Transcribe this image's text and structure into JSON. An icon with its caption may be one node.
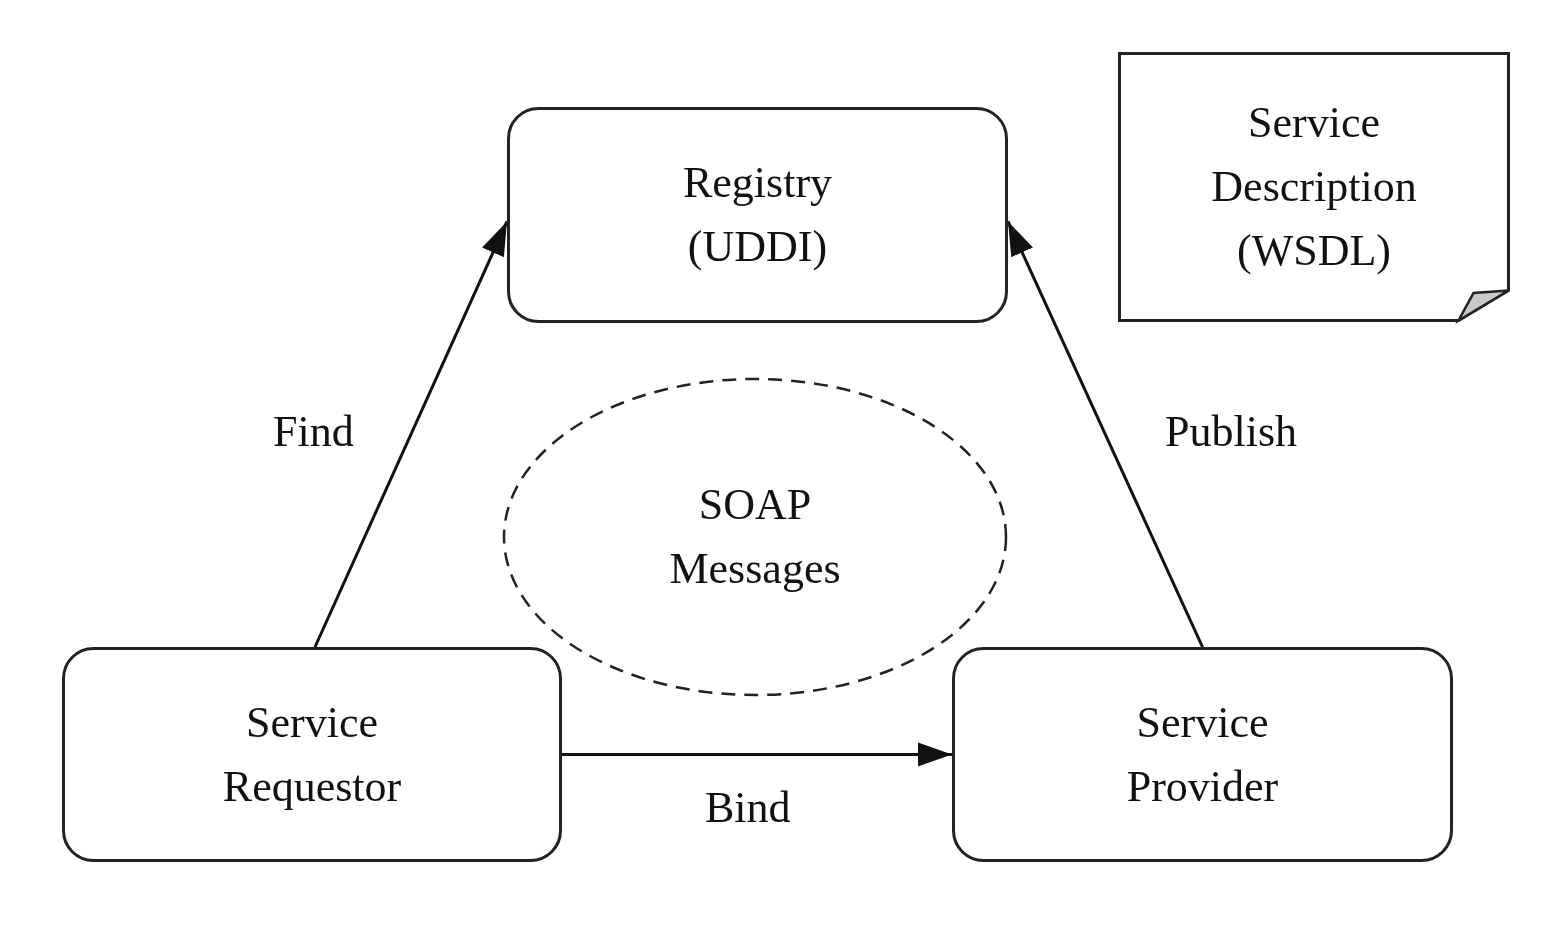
{
  "diagram": {
    "nodes": [
      {
        "text": [
          "Registry (UDDI)"
        ]
      },
      {
        "text": [
          "Service Description (WSDL)"
        ]
      },
      {
        "text": [
          "SOAP Messages"
        ]
      },
      {
        "text": [
          "Service Requestor"
        ]
      },
      {
        "text": [
          "Service Provider"
        ]
      }
    ],
    "edges": [
      {
        "from": 3,
        "to": 0,
        "arrow": "to",
        "label": "Find"
      },
      {
        "from": 4,
        "to": 0,
        "arrow": "to",
        "label": "Publish"
      },
      {
        "from": 3,
        "to": 4,
        "arrow": "to",
        "label": "Bind"
      }
    ]
  }
}
